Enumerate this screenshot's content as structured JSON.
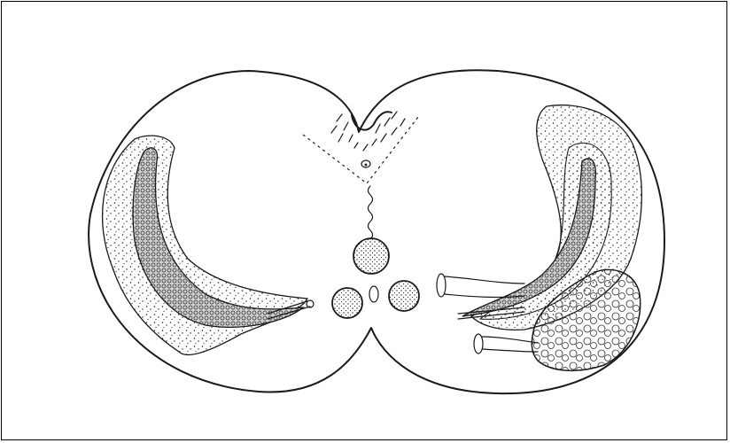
{
  "figure": {
    "subject": "transverse-section-line-drawing",
    "ink_color": "#1a1a1a",
    "paper_color": "#ffffff",
    "parts": [
      "outer-outline",
      "dorsal-notch",
      "dorsal-septal-region",
      "central-canal",
      "median-nodule",
      "ventral-nodule-left",
      "ventral-nodule-right",
      "left-stippled-horn",
      "right-stippled-horn",
      "right-lobulated-mass",
      "right-nerve-rootlets"
    ]
  }
}
